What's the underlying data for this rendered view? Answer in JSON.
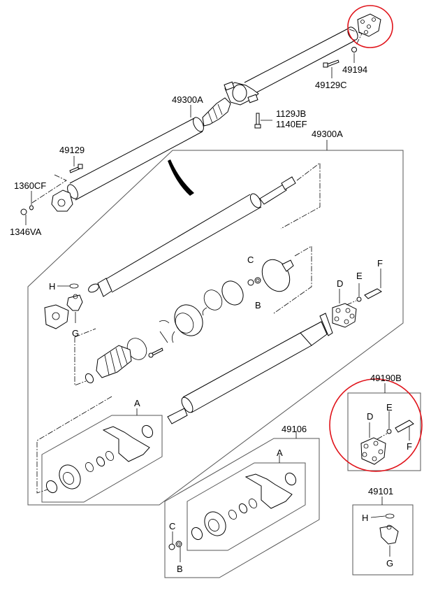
{
  "diagram": {
    "title": "Propeller shaft exploded parts diagram",
    "highlight_color": "#e0131a",
    "line_color": "#000000",
    "labels": {
      "p49194": "49194",
      "p49129C": "49129C",
      "p49300A_top": "49300A",
      "p1129JB": "1129JB",
      "p1140EF": "1140EF",
      "p49300A_box": "49300A",
      "p49129": "49129",
      "p1360CF": "1360CF",
      "p1346VA": "1346VA",
      "main_C": "C",
      "main_B": "B",
      "main_H": "H",
      "main_G": "G",
      "main_D": "D",
      "main_E": "E",
      "main_F": "F",
      "main_A": "A",
      "p49190B": "49190B",
      "kit_D": "D",
      "kit_E": "E",
      "kit_F": "F",
      "p49106": "49106",
      "k106_A": "A",
      "k106_C": "C",
      "k106_B": "B",
      "p49101": "49101",
      "k101_H": "H",
      "k101_G": "G"
    },
    "highlighted_parts": [
      "49190B",
      "flexible coupling at shaft end"
    ]
  }
}
